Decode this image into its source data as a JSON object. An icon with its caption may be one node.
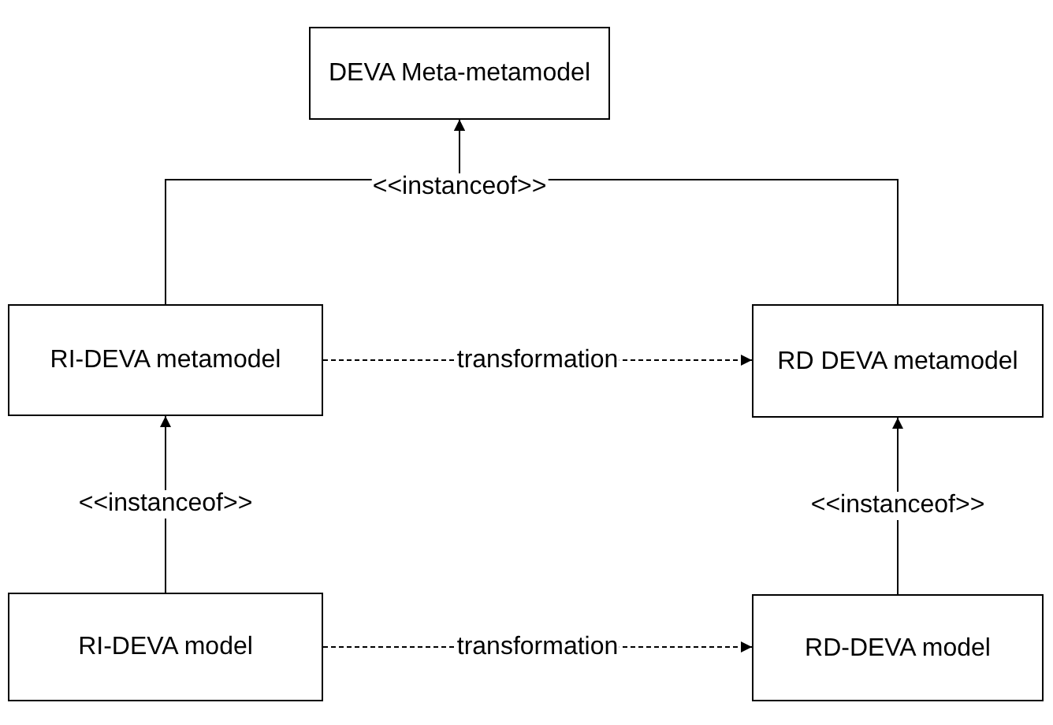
{
  "diagram": {
    "nodes": [
      {
        "text": [
          "DEVA Meta-metamodel"
        ]
      },
      {
        "text": [
          "RI-DEVA metamodel"
        ]
      },
      {
        "text": [
          "RD DEVA metamodel"
        ]
      },
      {
        "text": [
          "RI-DEVA model"
        ]
      },
      {
        "text": [
          "RD-DEVA model"
        ]
      }
    ],
    "edges": [
      {
        "from": 1,
        "to": 0,
        "arrow": "to",
        "label": "<<instanceof>>"
      },
      {
        "from": 2,
        "to": 0,
        "arrow": "to"
      },
      {
        "from": 1,
        "to": 2,
        "arrow": "to",
        "label": "transformation",
        "style": "dashed"
      },
      {
        "from": 3,
        "to": 1,
        "arrow": "to",
        "label": "<<instanceof>>"
      },
      {
        "from": 4,
        "to": 2,
        "arrow": "to",
        "label": "<<instanceof>>"
      },
      {
        "from": 3,
        "to": 4,
        "arrow": "to",
        "label": "transformation",
        "style": "dashed"
      }
    ]
  }
}
